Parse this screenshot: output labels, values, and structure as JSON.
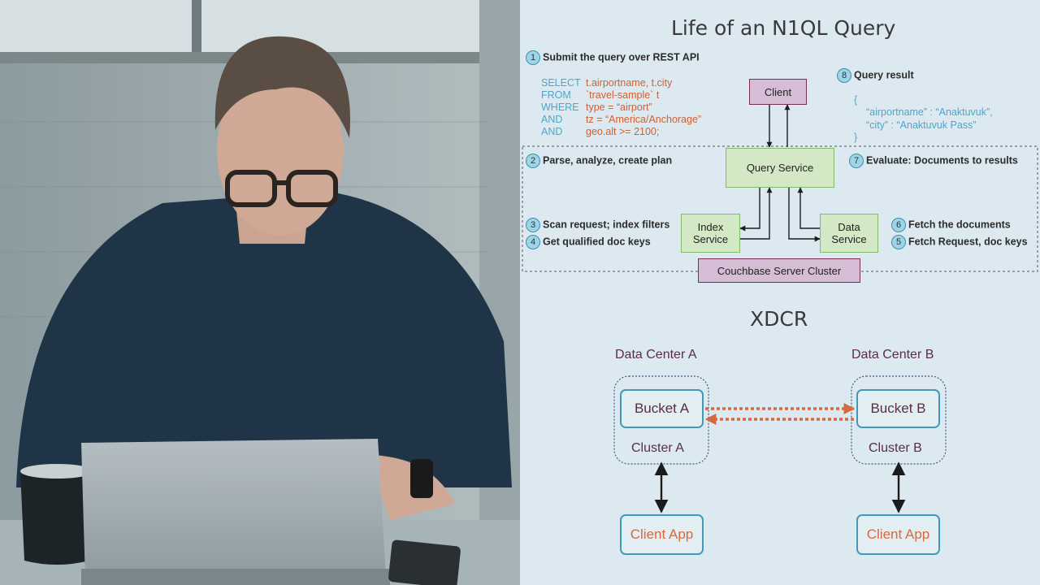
{
  "n1ql": {
    "title": "Life of an N1QL Query",
    "steps": {
      "s1": {
        "num": "1",
        "text": "Submit the query over REST API"
      },
      "s2": {
        "num": "2",
        "text": "Parse, analyze, create plan"
      },
      "s3": {
        "num": "3",
        "text": "Scan request; index filters"
      },
      "s4": {
        "num": "4",
        "text": "Get qualified doc keys"
      },
      "s5": {
        "num": "5",
        "text": "Fetch Request, doc keys"
      },
      "s6": {
        "num": "6",
        "text": "Fetch the documents"
      },
      "s7": {
        "num": "7",
        "text": "Evaluate: Documents to results"
      },
      "s8": {
        "num": "8",
        "text": "Query result"
      }
    },
    "sql": [
      {
        "kw": "SELECT",
        "val": "t.airportname, t.city"
      },
      {
        "kw": "FROM",
        "val": "`travel-sample` t"
      },
      {
        "kw": "WHERE",
        "val": "type = “airport”"
      },
      {
        "kw": "AND",
        "val": "tz = “America/Anchorage”"
      },
      {
        "kw": "AND",
        "val": "geo.alt >= 2100;"
      }
    ],
    "result": {
      "open": "{",
      "line1": "“airportname” : “Anaktuvuk”,",
      "line2": "“city” : “Anaktuvuk Pass”",
      "close": "}"
    },
    "nodes": {
      "client": "Client",
      "query_service": "Query Service",
      "index_service_1": "Index",
      "index_service_2": "Service",
      "data_service_1": "Data",
      "data_service_2": "Service",
      "cluster": "Couchbase Server Cluster"
    }
  },
  "xdcr": {
    "title": "XDCR",
    "dc_a": {
      "title": "Data Center A",
      "bucket": "Bucket A",
      "cluster": "Cluster A",
      "client": "Client App"
    },
    "dc_b": {
      "title": "Data Center B",
      "bucket": "Bucket B",
      "cluster": "Cluster B",
      "client": "Client App"
    }
  },
  "colors": {
    "panel_bg": "#dde9f0",
    "keyword": "#4aa7cc",
    "value": "#d06030",
    "client_box": "#d5bed5",
    "service_box": "#d3e8c4",
    "xdcr_arrow": "#d46a3f",
    "teal_border": "#3f9ab8"
  }
}
